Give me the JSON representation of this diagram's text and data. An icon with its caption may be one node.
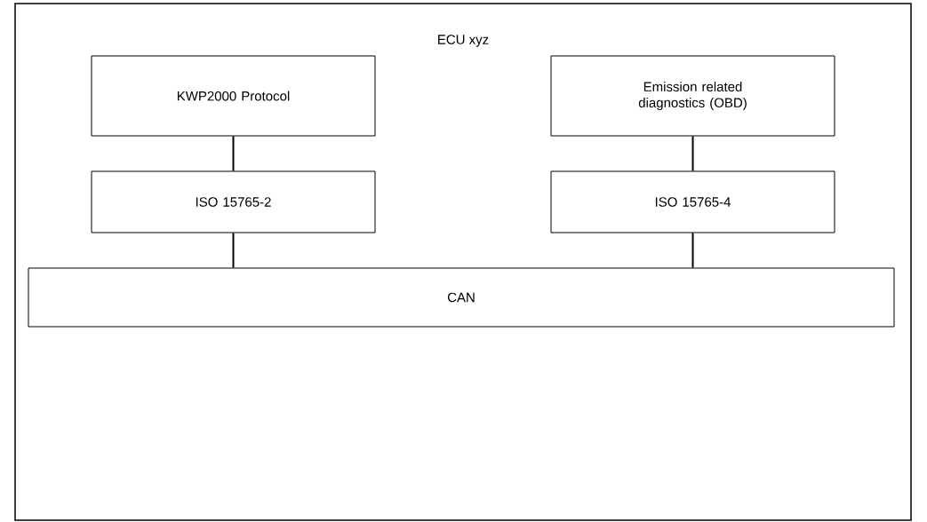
{
  "diagram": {
    "nodes": [
      {
        "text": [
          "ECU xyz"
        ]
      },
      {
        "text": [
          "KWP2000 Protocol"
        ],
        "in": 0
      },
      {
        "text": [
          "Emission related diagnostics (OBD)"
        ],
        "in": 0
      },
      {
        "text": [
          "ISO 15765-2"
        ],
        "in": 0
      },
      {
        "text": [
          "ISO 15765-4"
        ],
        "in": 0
      },
      {
        "text": [
          "CAN"
        ],
        "in": 0
      }
    ],
    "edges": [
      {
        "from": 1,
        "to": 3,
        "arrow": "none"
      },
      {
        "from": 2,
        "to": 4,
        "arrow": "none"
      },
      {
        "from": 3,
        "to": 5,
        "arrow": "none"
      },
      {
        "from": 4,
        "to": 5,
        "arrow": "none"
      }
    ]
  }
}
